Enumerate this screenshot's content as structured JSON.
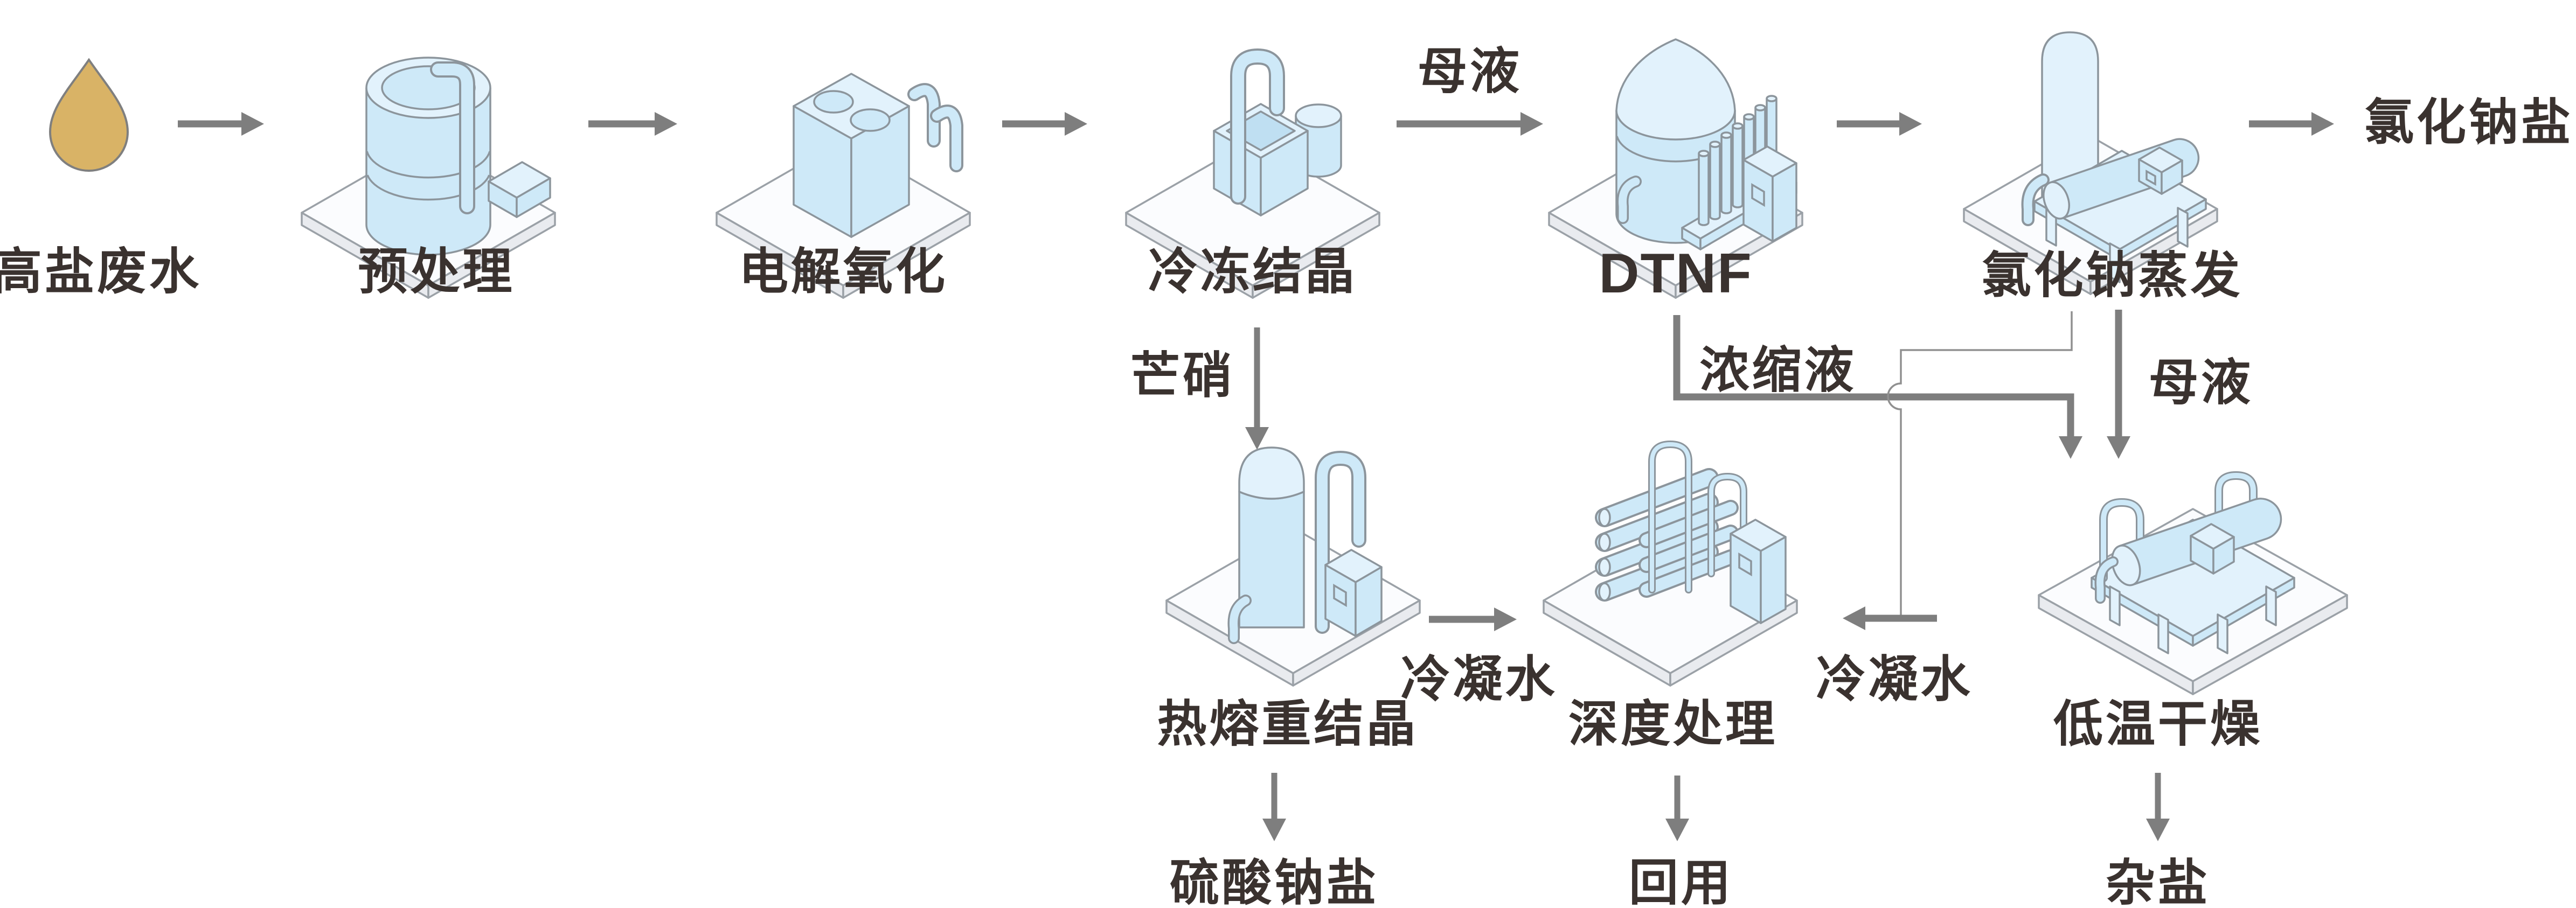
{
  "stations": {
    "source": {
      "label": "高盐废水"
    },
    "pretreatment": {
      "label": "预处理"
    },
    "electrolytic_oxidation": {
      "label": "电解氧化"
    },
    "freeze_crystallization": {
      "label": "冷冻结晶"
    },
    "dtnf": {
      "label": "DTNF"
    },
    "nacl_evaporation": {
      "label": "氯化钠蒸发"
    },
    "hot_melt_recrystallization": {
      "label": "热熔重结晶"
    },
    "advanced_treatment": {
      "label": "深度处理"
    },
    "low_temperature_drying": {
      "label": "低温干燥"
    }
  },
  "outputs": {
    "nacl_salt": {
      "label": "氯化钠盐"
    },
    "sodium_sulfate_salt": {
      "label": "硫酸钠盐"
    },
    "reuse": {
      "label": "回用"
    },
    "mixed_salt": {
      "label": "杂盐"
    }
  },
  "stream_labels": {
    "mother_liquor_to_dtnf": "母液",
    "mirabilite": "芒硝",
    "concentrate": "浓缩液",
    "mother_liquor_to_drying": "母液",
    "condensate_to_advanced_left": "冷凝水",
    "condensate_to_advanced_right": "冷凝水"
  },
  "colors": {
    "droplet_fill": "#D9B366",
    "equipment_fill": "#CEE9F8",
    "equipment_fill_light": "#E2F2FC",
    "equipment_outline": "#8C959C",
    "platform_top": "#FBFCFE",
    "platform_side": "#E9EBEF",
    "platform_outline": "#9BA1A7",
    "arrow_gray": "#7E7E7E",
    "thin_line_gray": "#909090",
    "label_text": "#3A322F",
    "background": "#FFFFFF"
  }
}
